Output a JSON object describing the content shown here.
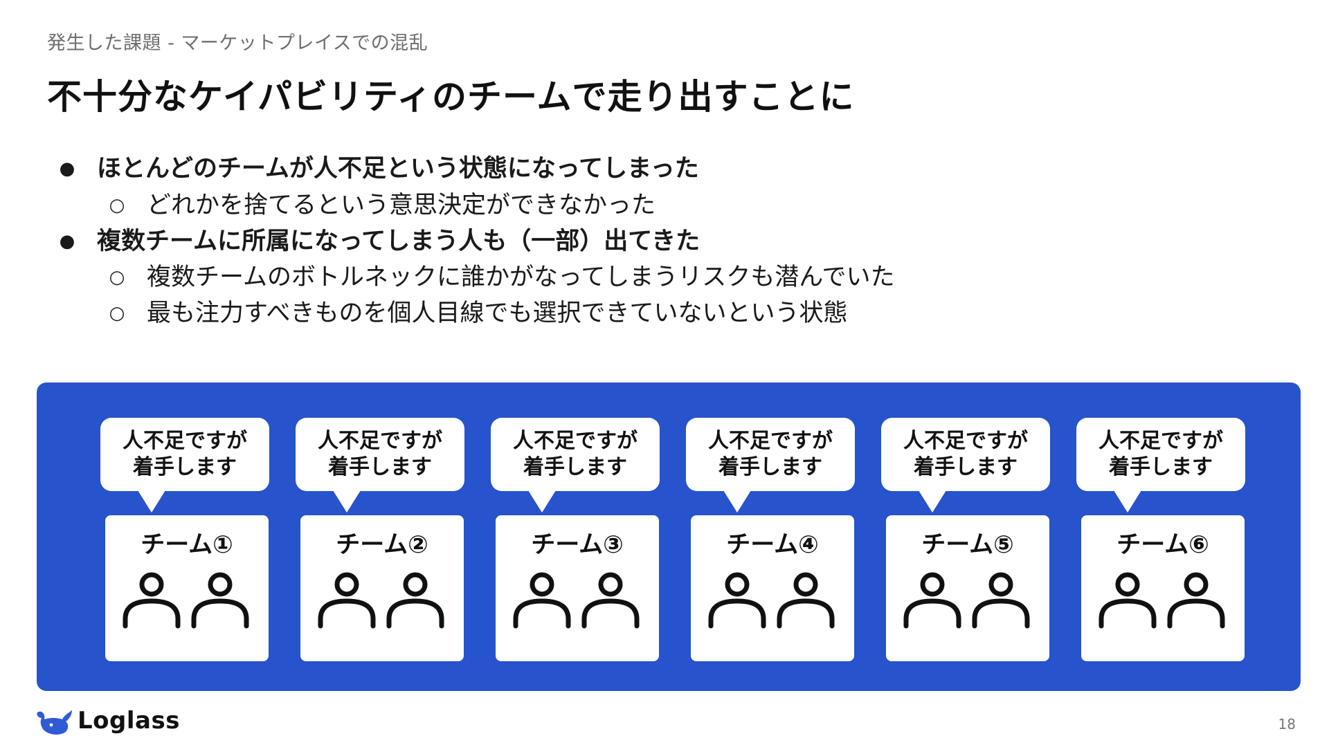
{
  "header": {
    "breadcrumb": "発生した課題 - マーケットプレイスでの混乱",
    "title": "不十分なケイパビリティのチームで走り出すことに"
  },
  "bullets": [
    {
      "level": 1,
      "marker": "●",
      "text": "ほとんどのチームが人不足という状態になってしまった"
    },
    {
      "level": 2,
      "marker": "○",
      "text": "どれかを捨てるという意思決定ができなかった"
    },
    {
      "level": 1,
      "marker": "●",
      "text": "複数チームに所属になってしまう人も（一部）出てきた"
    },
    {
      "level": 2,
      "marker": "○",
      "text": "複数チームのボトルネックに誰かがなってしまうリスクも潜んでいた"
    },
    {
      "level": 2,
      "marker": "○",
      "text": "最も注力すべきものを個人目線でも選択できていないという状態"
    }
  ],
  "teams": [
    {
      "bubble_line1": "人不足ですが",
      "bubble_line2": "着手します",
      "name": "チーム①"
    },
    {
      "bubble_line1": "人不足ですが",
      "bubble_line2": "着手します",
      "name": "チーム②"
    },
    {
      "bubble_line1": "人不足ですが",
      "bubble_line2": "着手します",
      "name": "チーム③"
    },
    {
      "bubble_line1": "人不足ですが",
      "bubble_line2": "着手します",
      "name": "チーム④"
    },
    {
      "bubble_line1": "人不足ですが",
      "bubble_line2": "着手します",
      "name": "チーム⑤"
    },
    {
      "bubble_line1": "人不足ですが",
      "bubble_line2": "着手します",
      "name": "チーム⑥"
    }
  ],
  "colors": {
    "panel": "#2753cc",
    "logo": "#2f5bd6"
  },
  "footer": {
    "logo_text": "Loglass",
    "page_number": "18"
  }
}
